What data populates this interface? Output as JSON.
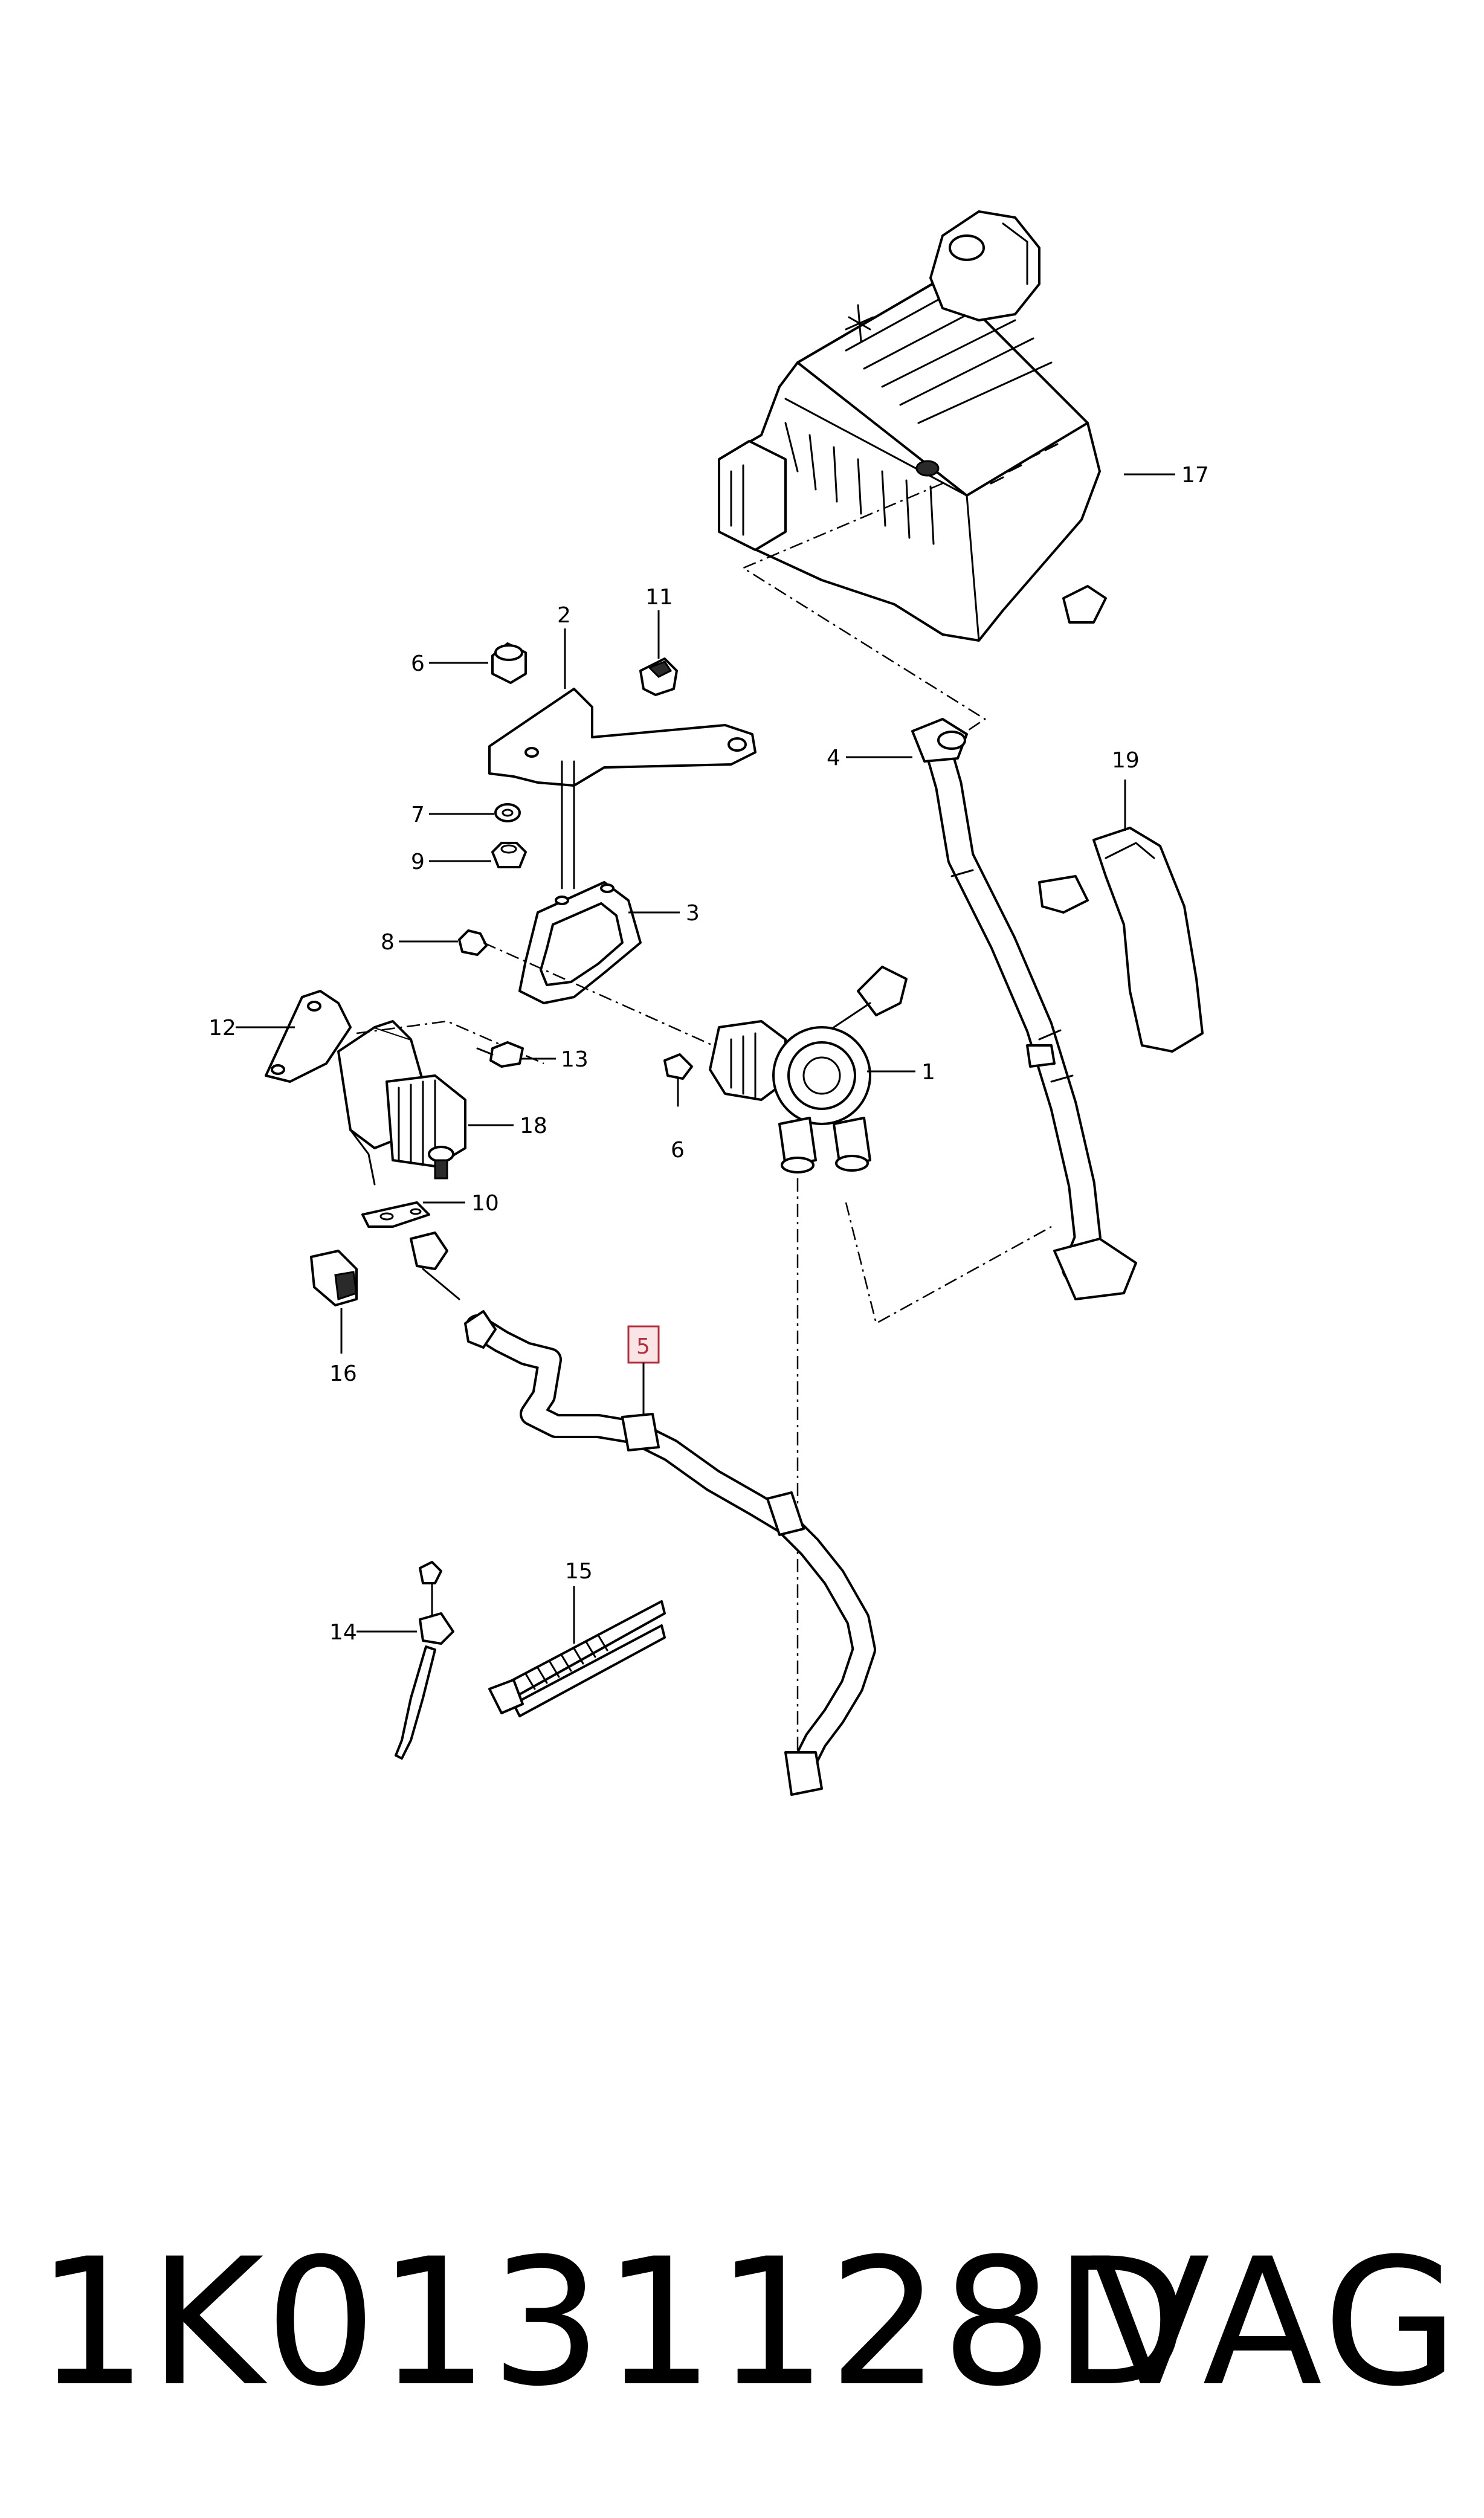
{
  "callouts": [
    {
      "id": "c1",
      "label": "1"
    },
    {
      "id": "c2",
      "label": "2"
    },
    {
      "id": "c3",
      "label": "3"
    },
    {
      "id": "c4",
      "label": "4"
    },
    {
      "id": "c5",
      "label": "5",
      "highlighted": true
    },
    {
      "id": "c6a",
      "label": "6"
    },
    {
      "id": "c6b",
      "label": "6"
    },
    {
      "id": "c7",
      "label": "7"
    },
    {
      "id": "c8",
      "label": "8"
    },
    {
      "id": "c9",
      "label": "9"
    },
    {
      "id": "c10",
      "label": "10"
    },
    {
      "id": "c11",
      "label": "11"
    },
    {
      "id": "c12",
      "label": "12"
    },
    {
      "id": "c13",
      "label": "13"
    },
    {
      "id": "c14",
      "label": "14"
    },
    {
      "id": "c15",
      "label": "15"
    },
    {
      "id": "c16",
      "label": "16"
    },
    {
      "id": "c17",
      "label": "17"
    },
    {
      "id": "c18",
      "label": "18"
    },
    {
      "id": "c19",
      "label": "19"
    }
  ],
  "caption": {
    "part_number": "1K0131128D",
    "brand": "VAG"
  },
  "colors": {
    "line": "#000000",
    "highlight": "#b03040",
    "background": "#ffffff"
  }
}
